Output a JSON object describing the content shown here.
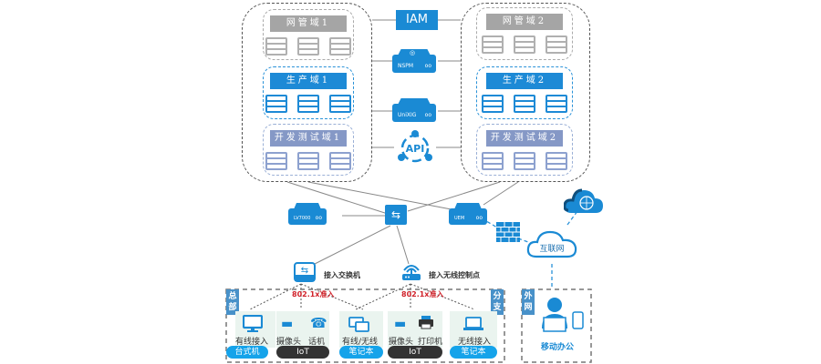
{
  "core": {
    "iam_label": "IAM",
    "nspm_label": "NSPM",
    "unixig_label": "UniXIG",
    "api_label": "API"
  },
  "left_zone": {
    "mgmt": {
      "title": "网管域1"
    },
    "prod": {
      "title": "生产域1"
    },
    "dev": {
      "title": "开发测试域1"
    }
  },
  "right_zone": {
    "mgmt": {
      "title": "网管域2"
    },
    "prod": {
      "title": "生产域2"
    },
    "dev": {
      "title": "开发测试域2"
    }
  },
  "network": {
    "lv7000_label": "LV7000",
    "uem_label": "UEM",
    "internet_label": "互联网",
    "access_switch_label": "接入交换机",
    "wireless_ap_label": "接入无线控制点",
    "auth_label_1": "802.1x准入",
    "auth_label_2": "802.1x准入"
  },
  "hq": {
    "side_label": "总部",
    "devices": [
      {
        "access": "有线接入",
        "tag": "台式机",
        "tag_style": "blue"
      },
      {
        "access_1": "摄像头",
        "access_2": "话机",
        "tag": "IoT",
        "tag_style": "dark"
      },
      {
        "access": "有线/无线",
        "tag": "笔记本",
        "tag_style": "blue"
      }
    ]
  },
  "branch": {
    "side_label": "分支",
    "devices": [
      {
        "access_1": "摄像头",
        "access_2": "打印机",
        "tag": "IoT",
        "tag_style": "dark"
      },
      {
        "access": "无线接入",
        "tag": "笔记本",
        "tag_style": "blue"
      }
    ]
  },
  "external": {
    "side_label": "外网",
    "mobile_label": "移动办公"
  },
  "colors": {
    "primary_blue": "#1a8ad4",
    "mgmt_gray": "#a5a5a5",
    "dev_purple": "#8598c6",
    "auth_red": "#d0222a",
    "side_tag_blue": "#4891c9"
  }
}
